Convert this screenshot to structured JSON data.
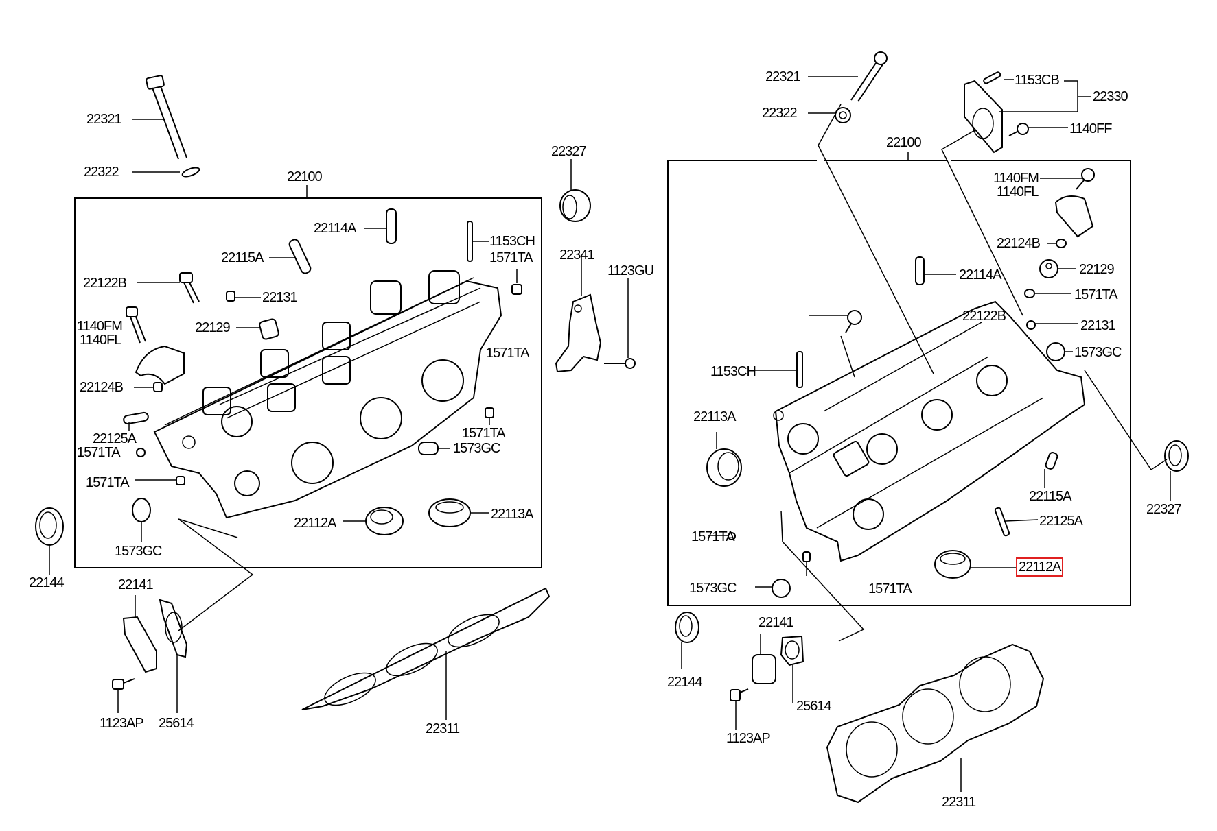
{
  "diagram": {
    "title": "Cylinder Head Assembly Parts Diagram",
    "highlight_color": "#e02020",
    "highlighted_part": "22112A",
    "left_assembly": {
      "box_label": "22100",
      "outside": {
        "bolt": "22321",
        "washer": "22322",
        "seal_left": "22144",
        "cover": "22141",
        "cover_bolt": "1123AP",
        "cover_gasket": "25614",
        "head_gasket": "22311"
      },
      "inside": {
        "guide_intake": "22114A",
        "guide_exhaust": "22115A",
        "stud": "1153CH",
        "plug_top": "1571TA",
        "bolt_cap": "22122B",
        "plug_small": "22131",
        "plug_screw": "22129",
        "cap_bolt_1": "1140FM",
        "cap_bolt_2": "1140FL",
        "pin_dowel": "22124B",
        "plug_right": "1571TA",
        "pin": "22125A",
        "plug_a": "1571TA",
        "plug_b": "1571TA",
        "plug_c": "1571TA",
        "cup_plug_right": "1573GC",
        "cup_plug_left": "1573GC",
        "seat_intake": "22112A",
        "seat_exhaust": "22113A"
      }
    },
    "middle": {
      "seal": "22327",
      "bracket": "22341",
      "bracket_bolt": "1123GU"
    },
    "right_assembly": {
      "box_label": "22100",
      "outside": {
        "bolt": "22321",
        "washer": "22322",
        "stud": "1153CB",
        "housing": "22330",
        "housing_bolt": "1140FF",
        "seal_right": "22327",
        "seal_left": "22144",
        "cover": "22141",
        "cover_gasket": "25614",
        "cover_bolt": "1123AP",
        "head_gasket": "22311"
      },
      "inside": {
        "cap_bolt_1": "1140FM",
        "cap_bolt_2": "1140FL",
        "pin_dowel": "22124B",
        "plug_screw": "22129",
        "guide_intake": "22114A",
        "plug_top": "1571TA",
        "plug_small": "22131",
        "cup_plug_top": "1573GC",
        "bolt_cap": "22122B",
        "stud": "1153CH",
        "seat_exhaust": "22113A",
        "guide_exhaust": "22115A",
        "pin": "22125A",
        "plug_left": "1571TA",
        "plug_bottom": "1571TA",
        "cup_plug_bottom": "1573GC",
        "seat_intake": "22112A"
      }
    }
  }
}
